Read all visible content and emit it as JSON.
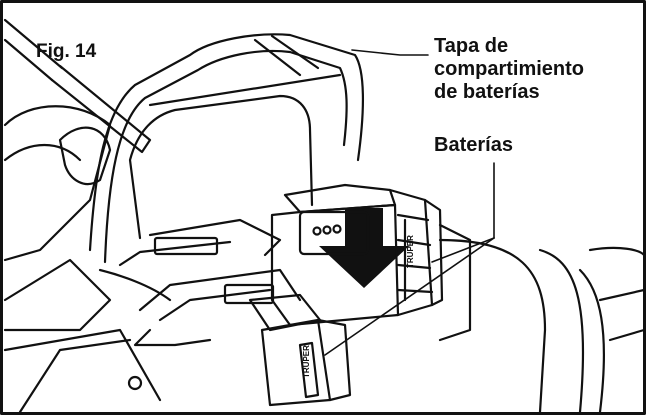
{
  "figure": {
    "number_label": "Fig. 14",
    "labels": {
      "cover": [
        "Tapa de",
        "compartimiento",
        "de baterías"
      ],
      "batteries": "Baterías"
    },
    "battery_brand_text": "TRUPER",
    "line_color": "#111111",
    "background_color": "#ffffff"
  }
}
